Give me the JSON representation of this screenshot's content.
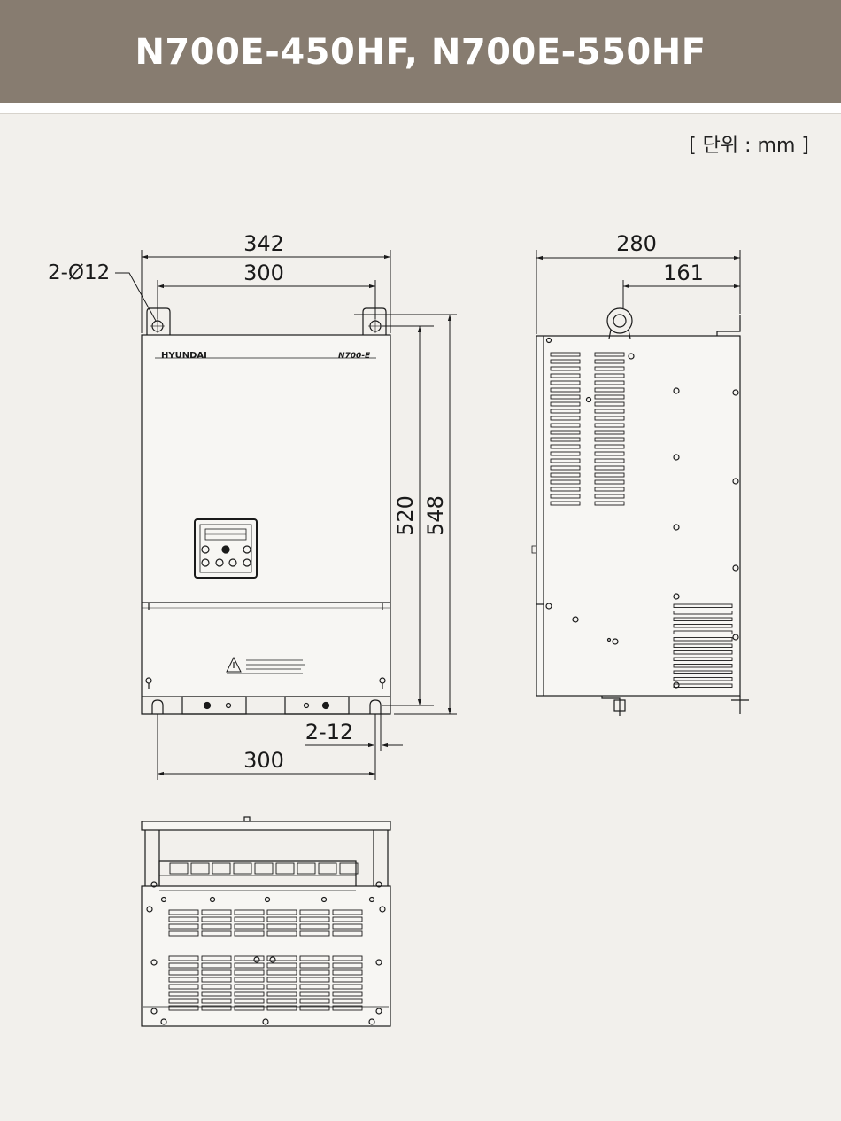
{
  "header": {
    "title": "N700E-450HF, N700E-550HF"
  },
  "unit_label": "[ 단위 : mm ]",
  "front_view": {
    "brand_label": "HYUNDAI",
    "model_label": "N700-E",
    "dim_width_total": "342",
    "dim_mount_width_top": "300",
    "dim_mount_hole": "2-Ø12",
    "dim_mount_height": "520",
    "dim_height_total": "548",
    "dim_slot": "2-12",
    "dim_mount_width_bottom": "300"
  },
  "side_view": {
    "dim_depth_total": "280",
    "dim_depth_partial": "161"
  },
  "colors": {
    "header_bg": "#877c70",
    "page_bg": "#f2f0ec",
    "line": "#1a1a1a"
  }
}
